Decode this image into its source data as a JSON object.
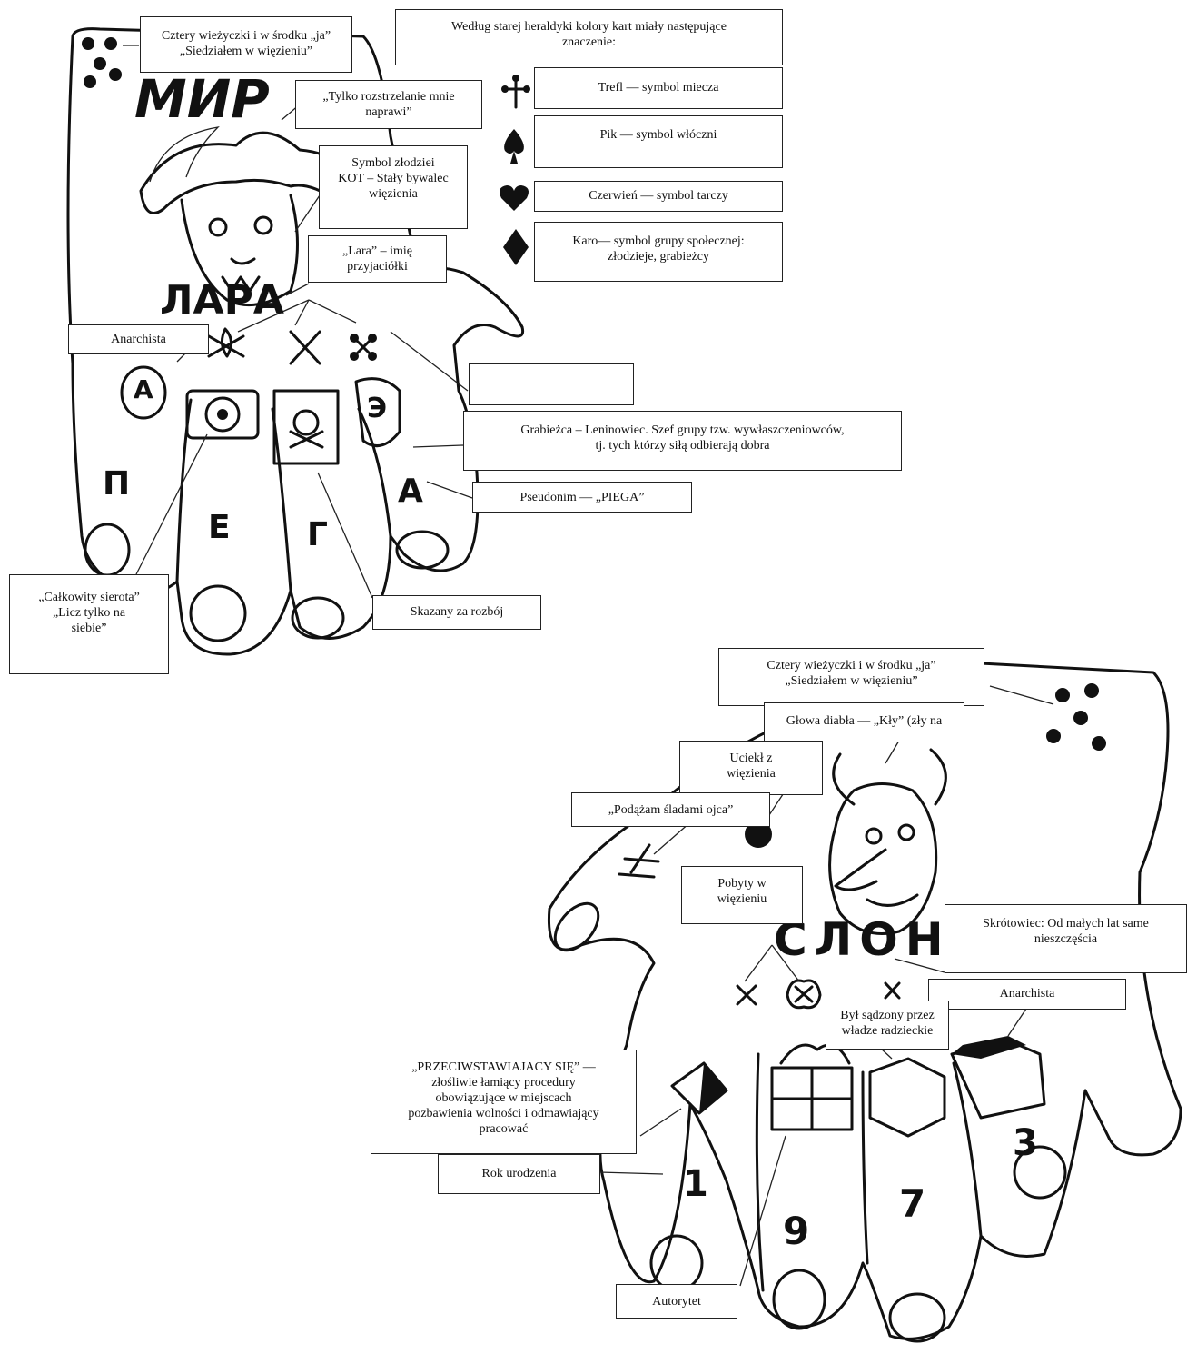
{
  "figure1": {
    "tattoo_text": {
      "mir": "МИР",
      "lara": "ЛАРА",
      "ring_a": "А",
      "ring_e": "Э",
      "finger1": "П",
      "finger2": "Е",
      "finger3": "Г",
      "finger4": "А"
    },
    "callouts": {
      "towers": "Cztery wieżyczki i w środku „ja”\n„Siedziałem w więzieniu”",
      "heraldry_intro": "Według starej heraldyki kolory kart miały następujące\nznaczenie:",
      "trefl": "Trefl — symbol miecza",
      "pik": "Pik — symbol włóczni",
      "czerwien": "Czerwień — symbol tarczy",
      "karo": "Karo— symbol grupy społecznej:\nzłodzieje, grabieżcy",
      "rozstrzelanie": "„Tylko rozstrzelanie mnie\nnaprawi”",
      "kot": "Symbol złodziei\nKOT – Stały bywalec\nwięzienia",
      "lara": "„Lara” – imię\nprzyjaciółki",
      "anarchista": "Anarchista",
      "empty_box": "",
      "grabiezca": "Grabieżca – Leninowiec. Szef grupy tzw. wywłaszczeniowców,\ntj. tych którzy siłą odbierają dobra",
      "pseudonim": "Pseudonim — „PIEGA”",
      "sierota": "„Całkowity sierota”\n„Licz tylko na\nsiebie”",
      "rozboj": "Skazany za rozbój"
    }
  },
  "figure2": {
    "tattoo_text": {
      "slon": "СЛОН",
      "finger1": "1",
      "finger2": "9",
      "finger3": "7",
      "finger4": "3"
    },
    "callouts": {
      "towers": "Cztery wieżyczki i w środku „ja”\n„Siedziałem w więzieniu”",
      "diabel": "Głowa diabła — „Kły” (zły na",
      "uciekl": "Uciekł z\nwięzienia",
      "ojciec": "„Podążam śladami ojca”",
      "pobyty": "Pobyty w\nwięzieniu",
      "skrotowiec": "Skrótowiec: Od małych lat same\nnieszczęścia",
      "anarchista": "Anarchista",
      "sadzony": "Był sądzony przez\nwładze radzieckie",
      "przeciwstawiajacy": "„PRZECIWSTAWIAJACY SIĘ” —\nzłośliwie łamiący procedury\nobowiązujące w miejscach\npozbawienia wolności i odmawiający\npracować",
      "rok": "Rok urodzenia",
      "autorytet": "Autorytet"
    }
  }
}
